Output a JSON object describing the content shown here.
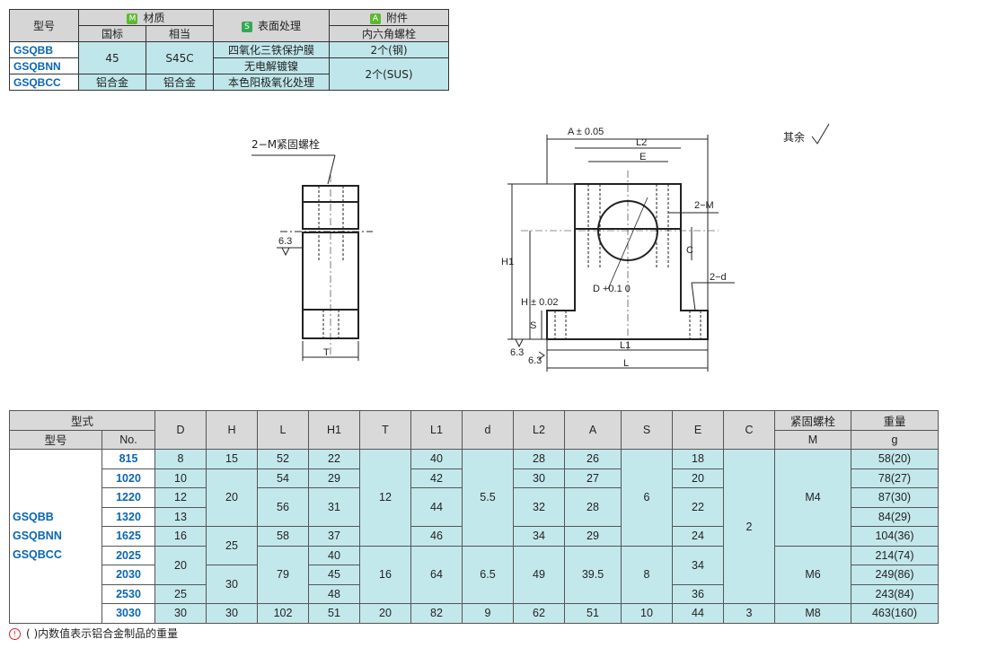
{
  "material_table": {
    "h_model": "型号",
    "h_material": "材质",
    "h_material_badge": "M",
    "h_surface": "表面处理",
    "h_surface_badge": "S",
    "h_accessory": "附件",
    "h_accessory_badge": "A",
    "h_national": "国标",
    "h_equiv": "相当",
    "h_hex": "内六角螺栓",
    "rows": [
      {
        "model": "GSQBB",
        "surface": "四氧化三铁保护膜",
        "accessory": "2个(钢)"
      },
      {
        "model": "GSQBNN",
        "surface": "无电解镀镍",
        "accessory": "2个(SUS)"
      },
      {
        "model": "GSQBCC",
        "national": "铝合金",
        "equiv": "铝合金",
        "surface": "本色阳极氧化处理"
      }
    ],
    "steel_national": "45",
    "steel_equiv": "S45C",
    "colors": {
      "M": "#5fb832",
      "S": "#34a853",
      "A": "#5fb832"
    }
  },
  "drawing": {
    "bolt_label": "2−M紧固螺栓",
    "roughness_other": "其余",
    "labels": {
      "a": "A ± 0.05",
      "l2": "L2",
      "e": "E",
      "m": "2−M",
      "c": "C",
      "d": "2−d",
      "h1": "H1",
      "h": "H ± 0.02",
      "s": "S",
      "l1": "L1",
      "l": "L",
      "t": "T",
      "dia": "D +0.1 0",
      "ra1": "6.3",
      "ra2": "6.3",
      "ra3": "6.3"
    }
  },
  "spec_table": {
    "h_type": "型式",
    "h_model": "型号",
    "h_no": "No.",
    "cols": [
      "D",
      "H",
      "L",
      "H1",
      "T",
      "L1",
      "d",
      "L2",
      "A",
      "S",
      "E",
      "C"
    ],
    "h_bolt": "紧固螺栓",
    "h_bolt_sub": "M",
    "h_weight": "重量",
    "h_weight_sub": "g",
    "groups": [
      "GSQBB",
      "GSQBNN",
      "GSQBCC"
    ],
    "rows": [
      {
        "no": "815",
        "D": "8",
        "H1": "22",
        "L1": "40",
        "L2": "28",
        "A": "26",
        "E": "18",
        "w": "58(20)"
      },
      {
        "no": "1020",
        "D": "10",
        "H1": "29",
        "L1": "42",
        "L2": "30",
        "A": "27",
        "E": "20",
        "w": "78(27)"
      },
      {
        "no": "1220",
        "D": "12",
        "H1": "31",
        "L1": "44",
        "L2": "32",
        "A": "28",
        "E": "22",
        "w": "87(30)"
      },
      {
        "no": "1320",
        "D": "13",
        "w": "84(29)"
      },
      {
        "no": "1625",
        "D": "16",
        "L": "58",
        "H1": "37",
        "L1": "46",
        "L2": "34",
        "A": "29",
        "E": "24",
        "w": "104(36)"
      },
      {
        "no": "2025",
        "D": "20",
        "H1": "40",
        "E": "34",
        "w": "214(74)"
      },
      {
        "no": "2030",
        "L": "79",
        "H1": "45",
        "T": "16",
        "L1": "64",
        "d": "6.5",
        "L2": "49",
        "A": "39.5",
        "S": "8",
        "M": "M6",
        "w": "249(86)"
      },
      {
        "no": "2530",
        "D": "25",
        "H1": "48",
        "E": "36",
        "w": "243(84)"
      },
      {
        "no": "3030",
        "D": "30",
        "L": "102",
        "H1": "51",
        "T": "20",
        "L1": "82",
        "d": "9",
        "L2": "62",
        "A": "51",
        "S": "10",
        "E": "44",
        "C": "3",
        "M": "M8",
        "w": "463(160)"
      }
    ],
    "merged": {
      "H_15": "15",
      "H_20": "20",
      "H_25": "25",
      "H_30": "30",
      "L_52": "52",
      "L_54": "54",
      "L_56": "56",
      "T_12": "12",
      "d_55": "5.5",
      "S_6": "6",
      "C_2": "2",
      "M_M4": "M4"
    }
  },
  "note": {
    "icon": "!",
    "text": "( )内数值表示铝合金制品的重量"
  }
}
